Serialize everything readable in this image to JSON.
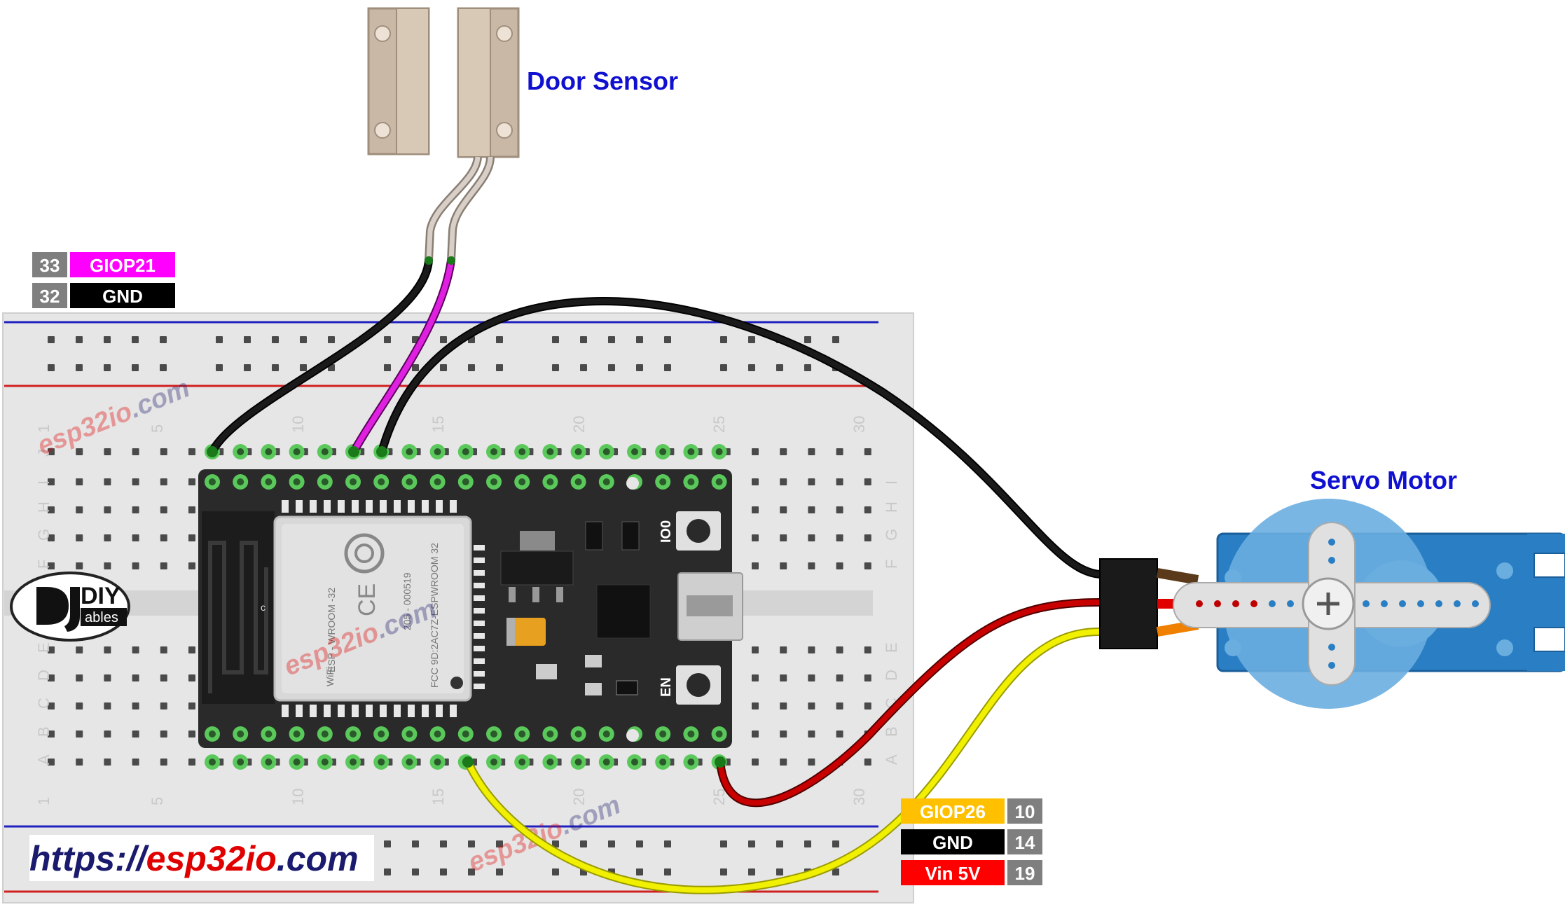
{
  "labels": {
    "door_sensor": "Door Sensor",
    "servo_motor": "Servo Motor",
    "url_prefix": "https://",
    "url_domain": "esp32io",
    "url_suffix": ".com",
    "watermark_a": "esp32",
    "watermark_b": "io",
    "watermark_c": ".com"
  },
  "logo": {
    "diy_top": "DIY",
    "diy_bottom": "ables"
  },
  "breadboard": {
    "column_numbers": [
      "1",
      "5",
      "10",
      "15",
      "20",
      "25",
      "30"
    ],
    "row_letters_top": [
      "J",
      "I",
      "H",
      "G",
      "F"
    ],
    "row_letters_bottom": [
      "E",
      "D",
      "C",
      "B",
      "A"
    ]
  },
  "esp32_module": {
    "brand": "ESP - WROOM -32",
    "fcc": "FCC 9D:2AC7Z-ESPWROOM 32",
    "code": "205 - 000519",
    "button_top": "IO0",
    "button_bottom": "EN",
    "wifi": "WiFi",
    "c_mark": "c"
  },
  "door_sensor_pins": [
    {
      "num": "33",
      "name": "GIOP21",
      "color": "#ff00ff",
      "text_color": "#ffffff"
    },
    {
      "num": "32",
      "name": "GND",
      "color": "#000000",
      "text_color": "#ffffff"
    }
  ],
  "servo_pins": [
    {
      "name": "GIOP26",
      "num": "10",
      "color": "#ffc000",
      "text_color": "#ffffff"
    },
    {
      "name": "GND",
      "num": "14",
      "color": "#000000",
      "text_color": "#ffffff"
    },
    {
      "name": "Vin 5V",
      "num": "19",
      "color": "#ff0000",
      "text_color": "#ffffff"
    }
  ],
  "colors": {
    "title_blue": "#1010d0",
    "url_red": "#e00000",
    "url_navy": "#1a1a6e",
    "pin_num_bg": "#7f7f7f",
    "breadboard": "#e6e6e6",
    "board": "#2a2a2a",
    "servo_blue": "#2a7ec4",
    "wire_black": "#1a1a1a",
    "wire_magenta": "#e020e0",
    "wire_red": "#c80000",
    "wire_yellow": "#f0f000"
  },
  "icons": [
    "door-sensor-icon",
    "servo-motor-icon",
    "esp32-board-icon",
    "breadboard-icon",
    "diyables-logo-icon",
    "wifi-antenna-icon"
  ]
}
